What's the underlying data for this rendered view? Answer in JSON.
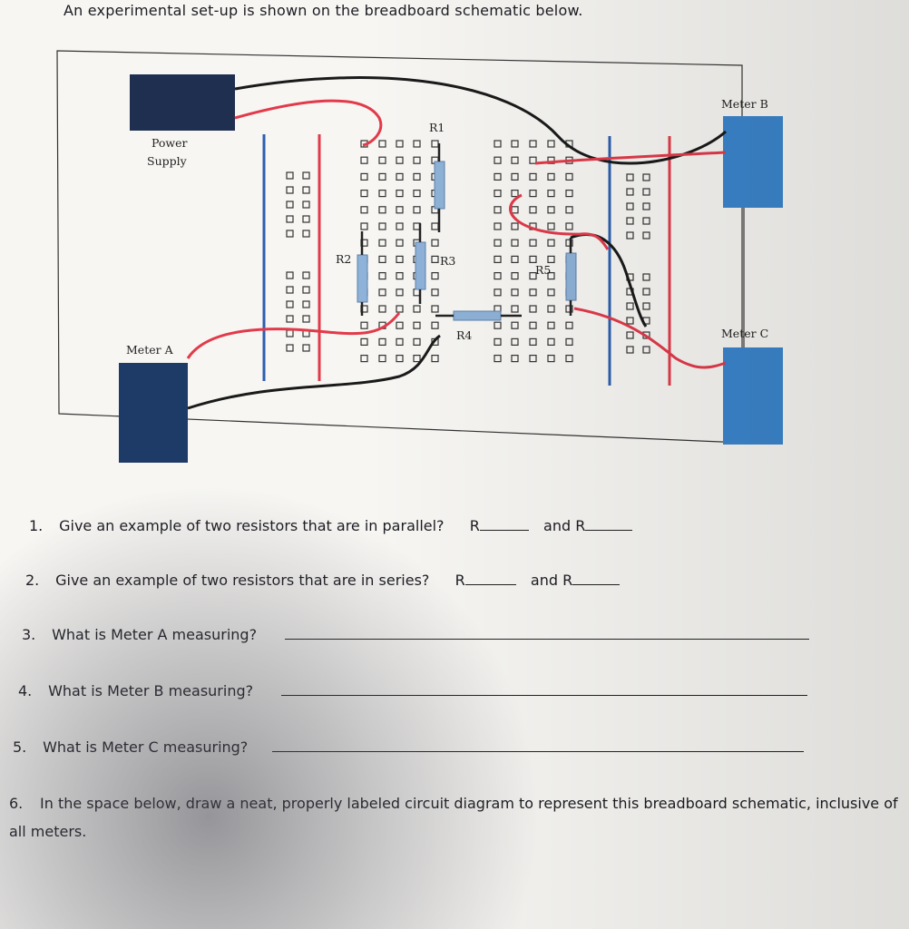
{
  "title": "An experimental set-up is shown on the breadboard schematic below.",
  "diagram": {
    "power_supply_label": "Power Supply",
    "meter_a_label": "Meter A",
    "meter_b_label": "Meter B",
    "meter_c_label": "Meter C",
    "resistors": [
      "R1",
      "R2",
      "R3",
      "R4",
      "R5"
    ]
  },
  "questions": [
    {
      "num": "1.",
      "text": "Give an example of two resistors that are in parallel?",
      "prefix1": "R",
      "joiner": "and",
      "prefix2": "R"
    },
    {
      "num": "2.",
      "text": "Give an example of two resistors that are in series?",
      "prefix1": "R",
      "joiner": "and",
      "prefix2": "R"
    },
    {
      "num": "3.",
      "text": "What is Meter A measuring?"
    },
    {
      "num": "4.",
      "text": "What is Meter B measuring?"
    },
    {
      "num": "5.",
      "text": "What is Meter C measuring?"
    },
    {
      "num": "6.",
      "text": "In the space below, draw a neat, properly labeled circuit diagram to represent this breadboard schematic, inclusive of all meters."
    }
  ],
  "colors": {
    "supply": "#1f2f4f",
    "meter_a": "#1e3a66",
    "meter_bc": "#3b85cc",
    "red_wire": "#e23a4a",
    "blue_rail": "#2d5fb0"
  }
}
